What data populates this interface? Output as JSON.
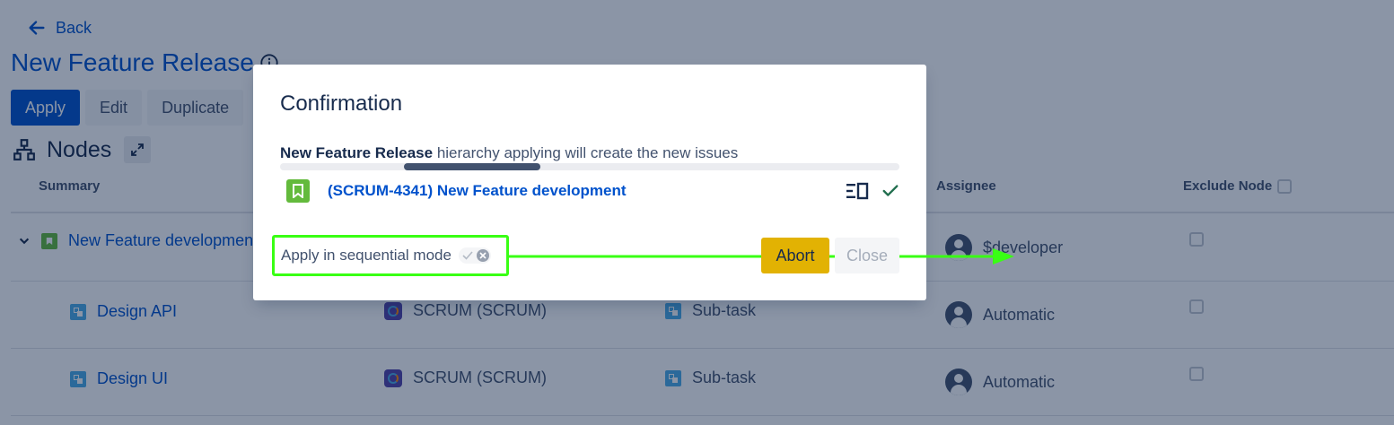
{
  "page": {
    "back_label": "Back",
    "title": "New Feature Release",
    "buttons": {
      "apply": "Apply",
      "edit": "Edit",
      "duplicate": "Duplicate"
    },
    "nodes_heading": "Nodes",
    "columns": {
      "summary": "Summary",
      "assignee": "Assignee",
      "exclude_node": "Exclude Node"
    },
    "rows": [
      {
        "summary": "New Feature developmen",
        "project": "",
        "type": "",
        "assignee": "$developer"
      },
      {
        "summary": "Design API",
        "project": "SCRUM (SCRUM)",
        "type": "Sub-task",
        "assignee": "Automatic"
      },
      {
        "summary": "Design UI",
        "project": "SCRUM (SCRUM)",
        "type": "Sub-task",
        "assignee": "Automatic"
      }
    ]
  },
  "modal": {
    "title": "Confirmation",
    "desc_bold": "New Feature Release",
    "desc_rest": " hierarchy applying will create the new issues",
    "progress": {
      "start": 0.2,
      "end": 0.42
    },
    "issue": {
      "label": "(SCRUM-4341) New Feature development"
    },
    "sequential_label": "Apply in sequential mode",
    "abort_label": "Abort",
    "close_label": "Close"
  },
  "colors": {
    "primary": "#0052cc",
    "abort": "#e2b203",
    "highlight": "#39ff14",
    "story": "#63ba3c",
    "subtask": "#4bade8",
    "project": "#5243aa"
  },
  "icons": {
    "back": "arrow-left-icon",
    "info": "info-icon",
    "nodes": "hierarchy-icon",
    "expand": "expand-icon",
    "story": "bookmark-icon",
    "details": "details-panel-icon",
    "done": "check-icon",
    "toggle": "toggle-cross-icon",
    "avatar": "user-avatar-icon"
  }
}
